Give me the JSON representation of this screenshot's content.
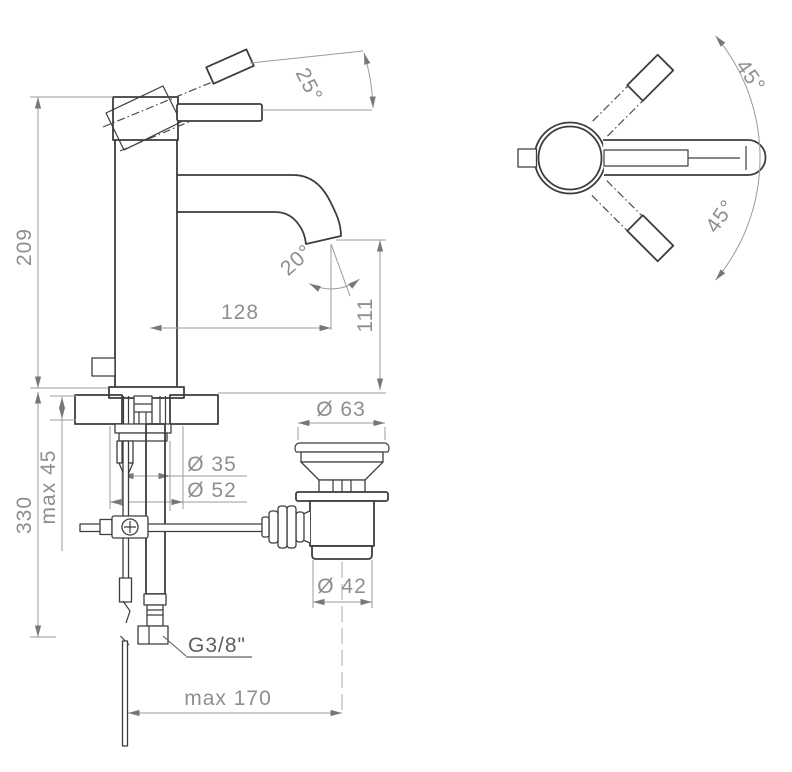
{
  "drawing": {
    "type": "faucet technical dimension drawing",
    "views": {
      "side_view": "basin mixer side elevation with under-counter parts",
      "top_view": "plan view with handle swivel range"
    },
    "colors": {
      "line": "#3d3d3d",
      "dimension_line": "#9b9b9b",
      "dimension_text": "#8e8e8e",
      "background": "#ffffff"
    },
    "labels": {
      "handle_tilt_angle": "25°",
      "total_height": "209",
      "spout_reach": "128",
      "spout_outlet_height": "111",
      "water_stream_angle": "20°",
      "under_deck_height": "330",
      "max_deck_thickness": "max 45",
      "mounting_hole_diameter": "Ø 35",
      "base_diameter": "Ø 52",
      "waste_flange_diameter": "Ø 63",
      "waste_body_diameter": "Ø 42",
      "supply_connection": "G3/8\"",
      "max_rod_reach": "max 170",
      "swivel_angle_upper": "45°",
      "swivel_angle_lower": "45°"
    }
  }
}
